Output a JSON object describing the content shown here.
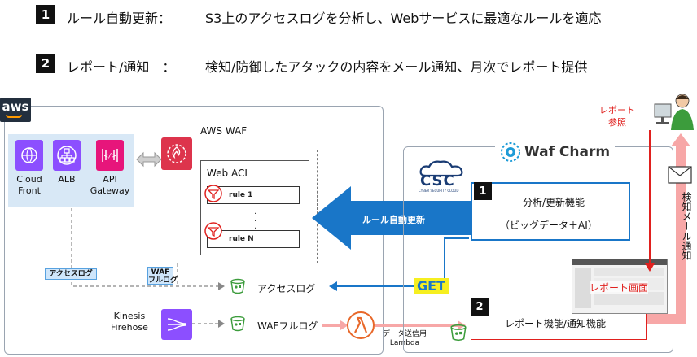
{
  "header": {
    "line1": {
      "num": "1",
      "label": "ルール自動更新：",
      "text": "S3上のアクセスログを分析し、Webサービスに最適なルールを適応"
    },
    "line2": {
      "num": "2",
      "label": "レポート/通知　：",
      "text": "検知/防御したアタックの内容をメール通知、月次でレポート提供"
    }
  },
  "aws": {
    "logo": "aws",
    "services": [
      {
        "icon": "cloudfront-icon",
        "label": "Cloud\nFront",
        "color": "#8c4fff"
      },
      {
        "icon": "alb-icon",
        "label": "ALB",
        "color": "#8c4fff"
      },
      {
        "icon": "api-gateway-icon",
        "label": "API\nGateway",
        "color": "#e7157b"
      }
    ],
    "waf_title": "AWS WAF",
    "web_acl": "Web ACL",
    "rules": [
      "rule 1",
      "rule N"
    ],
    "tags": {
      "access_log": "アクセスログ",
      "waf_log": "WAF\nフルログ"
    },
    "kinesis": "Kinesis\nFirehose",
    "access_log_bucket": "アクセスログ",
    "waf_log_bucket": "WAFフルログ",
    "lambda_label": "データ送信用\nLambda"
  },
  "arrows": {
    "rule_update": "ルール自動更新",
    "get": "GET"
  },
  "wafcharm": {
    "brand": "Waf Charm",
    "csc_text": "CSC",
    "csc_sub": "CYBER SECURITY CLOUD",
    "box1": {
      "num": "1",
      "line1": "分析/更新機能",
      "line2": "（ビッグデータ＋AI）"
    },
    "box2": {
      "num": "2",
      "label": "レポート機能/通知機能"
    },
    "report_screen": "レポート画面",
    "report_ref": "レポート\n参照",
    "mail_notice": "検知メール通知"
  },
  "colors": {
    "blue": "#1976c8",
    "red": "#e0201e",
    "pink": "#f7a7a7",
    "yellow": "#f6ef20",
    "orange": "#e8682a",
    "green": "#3c9c3c"
  }
}
